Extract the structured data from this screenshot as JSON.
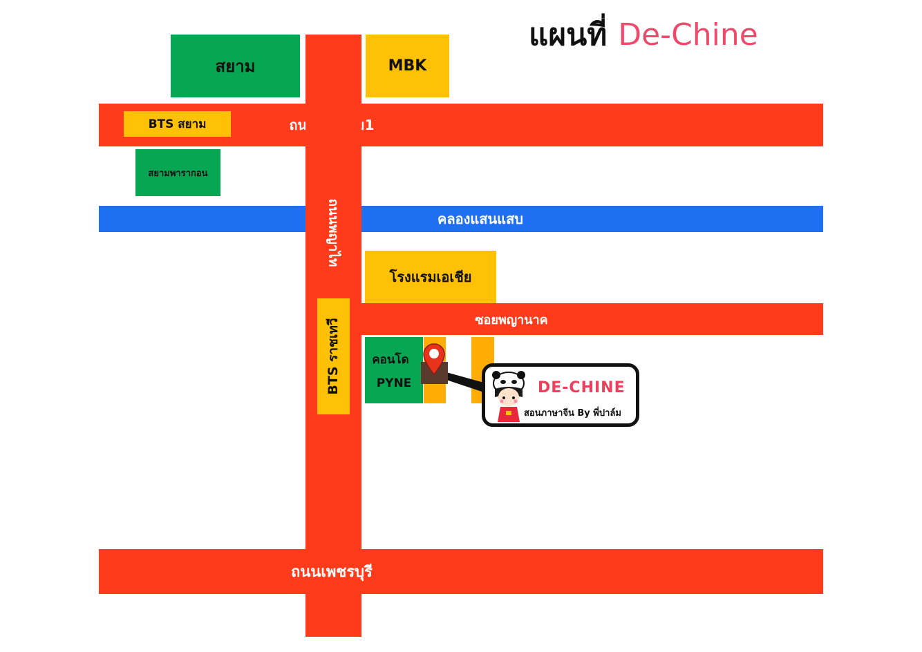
{
  "title": {
    "prefix": "แผนที่",
    "brand": "De-Chine"
  },
  "roads": {
    "rama1": "ถนนพระราม1",
    "phaya_thai": "ถนนพญาไท",
    "soi_phaya_nak": "ซอยพญานาค",
    "phetchaburi": "ถนนเพชรบุรี"
  },
  "canal": {
    "name": "คลองแสนแสบ"
  },
  "places": {
    "siam": "สยาม",
    "mbk": "MBK",
    "bts_siam": "BTS สยาม",
    "siam_paragon": "สยามพารากอน",
    "asia_hotel": "โรงแรมเอเชีย",
    "bts_ratchathewi": "BTS ราชเทวี",
    "condo_line1": "คอนโด",
    "condo_line2": "PYNE"
  },
  "callout": {
    "brand": "DE-CHINE",
    "tagline": "สอนภาษาจีน By พี่ปาล์ม"
  },
  "colors": {
    "road": "#ff3b1b",
    "canal": "#1e6ff2",
    "building_green": "#07a653",
    "building_yellow": "#ffc105",
    "brand_pink": "#ee4a6b",
    "pin": "#e8321c",
    "marker_box": "#5a3a2c"
  },
  "icons": {
    "pin": "map-pin-icon",
    "mascot": "panda-hat-girl-icon"
  }
}
